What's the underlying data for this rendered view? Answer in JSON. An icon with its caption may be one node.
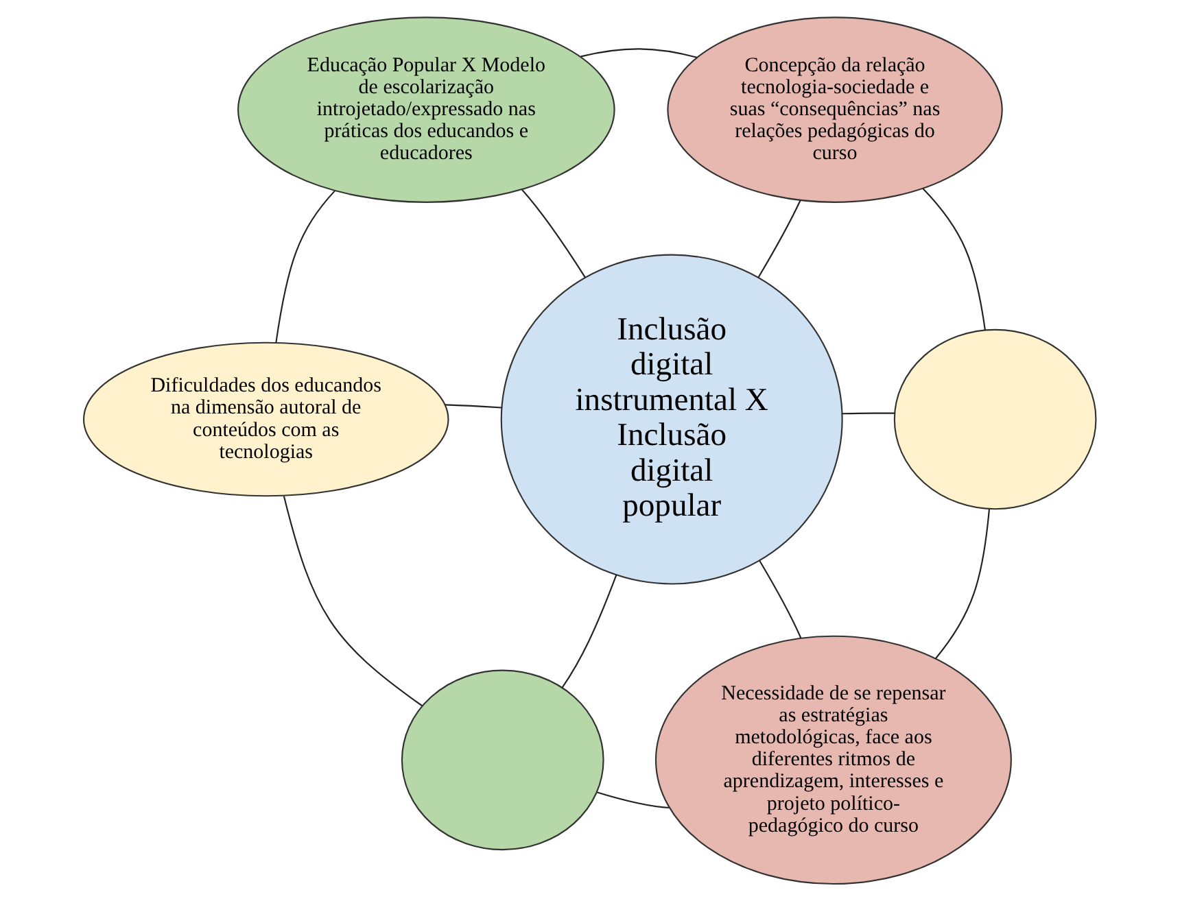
{
  "diagram": {
    "nodes": [
      {
        "text": [
          "Educação Popular X Modelo de escolarização introjetado/expressado nas práticas dos educandos e educadores"
        ]
      },
      {
        "text": [
          "Concepção da relação tecnologia-sociedade e suas “consequências” nas relações pedagógicas do curso"
        ]
      },
      {
        "text": [
          "Inclusão digital instrumental X Inclusão digital popular"
        ]
      },
      {
        "text": [
          "Dificuldades dos educandos na dimensão autoral de conteúdos com as tecnologias"
        ]
      },
      {
        "text": [],
        "shape": "circle"
      },
      {
        "text": [],
        "shape": "circle"
      },
      {
        "text": [
          "Necessidade de se repensar as estratégias metodológicas, face aos diferentes ritmos de aprendizagem, interesses e projeto político-pedagógico do curso"
        ]
      }
    ],
    "edges": [
      {
        "from": 0,
        "to": 1,
        "arrow": "none"
      },
      {
        "from": 0,
        "to": 2,
        "arrow": "none"
      },
      {
        "from": 0,
        "to": 3,
        "arrow": "none"
      },
      {
        "from": 1,
        "to": 2,
        "arrow": "none"
      },
      {
        "from": 1,
        "to": 4,
        "arrow": "none"
      },
      {
        "from": 2,
        "to": 4,
        "arrow": "none"
      },
      {
        "from": 3,
        "to": 2,
        "arrow": "none"
      },
      {
        "from": 3,
        "to": 5,
        "arrow": "none"
      },
      {
        "from": 2,
        "to": 5,
        "arrow": "none"
      },
      {
        "from": 2,
        "to": 6,
        "arrow": "none"
      },
      {
        "from": 4,
        "to": 6,
        "arrow": "none"
      },
      {
        "from": 5,
        "to": 6,
        "arrow": "none"
      }
    ]
  }
}
